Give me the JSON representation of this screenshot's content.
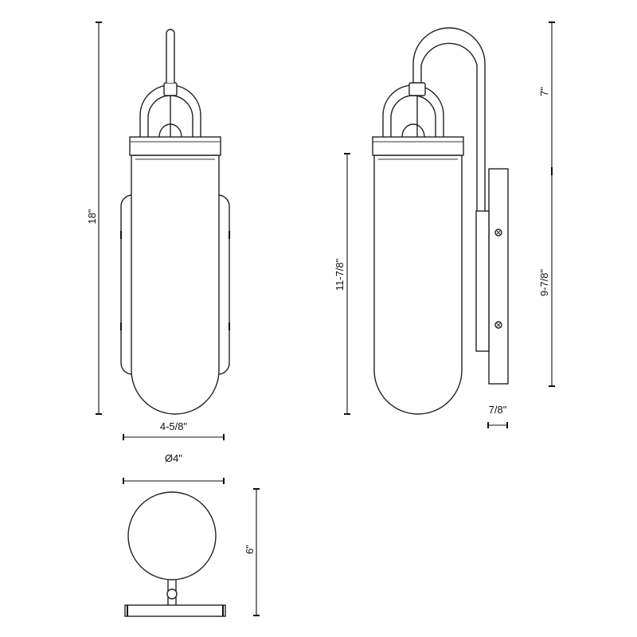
{
  "dimensions": {
    "overall_height": "18\"",
    "backplate_width": "4-5/8\"",
    "glass_diameter": "Ø4\"",
    "extension": "6\"",
    "glass_height": "11-7/8\"",
    "arm_height": "7\"",
    "backplate_height": "9-7/8\"",
    "backplate_depth": "7/8\""
  }
}
